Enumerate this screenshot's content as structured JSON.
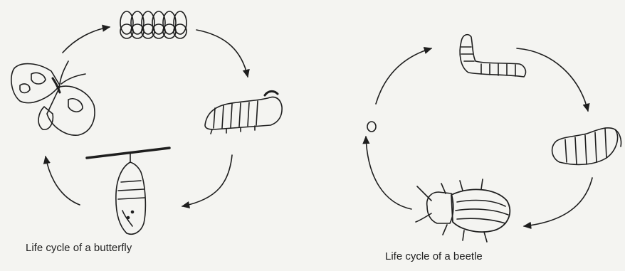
{
  "diagrams": [
    {
      "caption": "Life cycle of a butterfly",
      "stages": [
        "egg-cluster",
        "caterpillar",
        "chrysalis",
        "butterfly"
      ]
    },
    {
      "caption": "Life cycle of a beetle",
      "stages": [
        "larva",
        "pupa",
        "adult-beetle",
        "egg"
      ]
    }
  ],
  "colors": {
    "ink": "#1e1e1e",
    "background": "#f4f4f1"
  }
}
